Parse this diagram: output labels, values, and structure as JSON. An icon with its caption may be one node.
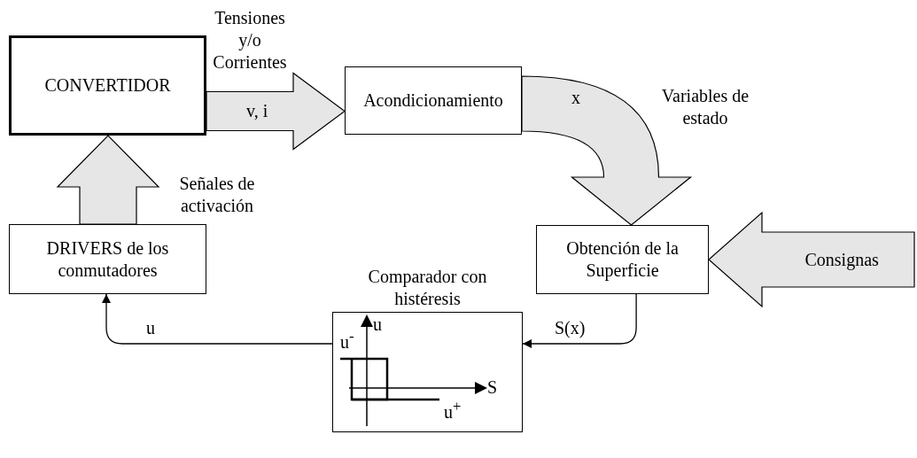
{
  "diagram": {
    "nodes": [
      {
        "text": [
          "CONVERTIDOR"
        ]
      },
      {
        "text": [
          "Acondicionamiento"
        ]
      },
      {
        "text": [
          "Obtención de la Superficie"
        ]
      },
      {
        "text": [
          "Comparador con histéresis"
        ]
      },
      {
        "text": [
          "DRIVERS de los conmutadores"
        ]
      }
    ],
    "edges": [
      {
        "from": 0,
        "to": 1,
        "arrow": "to",
        "label": "v, i",
        "style": "thick"
      },
      {
        "from": 1,
        "to": 2,
        "arrow": "to",
        "label": "x",
        "style": "thick"
      },
      {
        "from": null,
        "to": 2,
        "arrow": "to",
        "label": "Consignas",
        "style": "thick"
      },
      {
        "from": 2,
        "to": 3,
        "arrow": "to",
        "label": "S(x)"
      },
      {
        "from": 3,
        "to": 4,
        "arrow": "to",
        "label": "u"
      },
      {
        "from": 4,
        "to": 0,
        "arrow": "to",
        "style": "thick"
      }
    ],
    "labels": [
      "Tensiones y/o Corrientes",
      "Variables de estado",
      "Señales de activación",
      "u",
      "u$^{-}$",
      "S",
      "u$^{+}$"
    ]
  }
}
